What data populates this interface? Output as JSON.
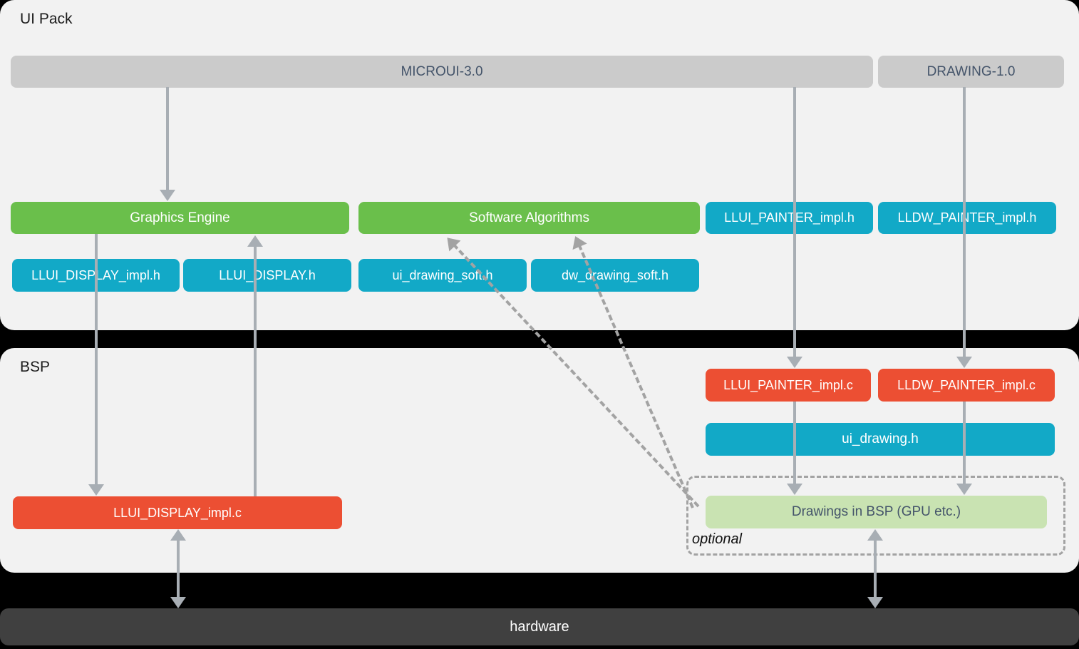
{
  "diagram": {
    "ui_pack": {
      "title": "UI Pack",
      "microui_bar": "MICROUI-3.0",
      "drawing_bar": "DRAWING-1.0",
      "graphics_engine": "Graphics Engine",
      "software_algorithms": "Software Algorithms",
      "llui_painter_h": "LLUI_PAINTER_impl.h",
      "lldw_painter_h": "LLDW_PAINTER_impl.h",
      "llui_display_impl_h": "LLUI_DISPLAY_impl.h",
      "llui_display_h": "LLUI_DISPLAY.h",
      "ui_drawing_soft_h": "ui_drawing_soft.h",
      "dw_drawing_soft_h": "dw_drawing_soft.h"
    },
    "bsp": {
      "title": "BSP",
      "llui_painter_c": "LLUI_PAINTER_impl.c",
      "lldw_painter_c": "LLDW_PAINTER_impl.c",
      "ui_drawing_h": "ui_drawing.h",
      "drawings_in_bsp": "Drawings in BSP (GPU etc.)",
      "optional_label": "optional",
      "llui_display_impl_c": "LLUI_DISPLAY_impl.c"
    },
    "hardware_label": "hardware"
  },
  "colors": {
    "panel": "#f2f2f2",
    "canvas": "#000000",
    "bar-gray": "#cbcbcb",
    "bar-text": "#44546a",
    "green": "#6abf4b",
    "teal": "#12a9c7",
    "orange": "#ec4f33",
    "light-green": "#c9e3b2",
    "hardware-bar": "#404040",
    "arrow": "#a8aeb4",
    "dashed": "#a3a3a3",
    "label-text": "#1d1d1d",
    "white": "#ffffff"
  }
}
